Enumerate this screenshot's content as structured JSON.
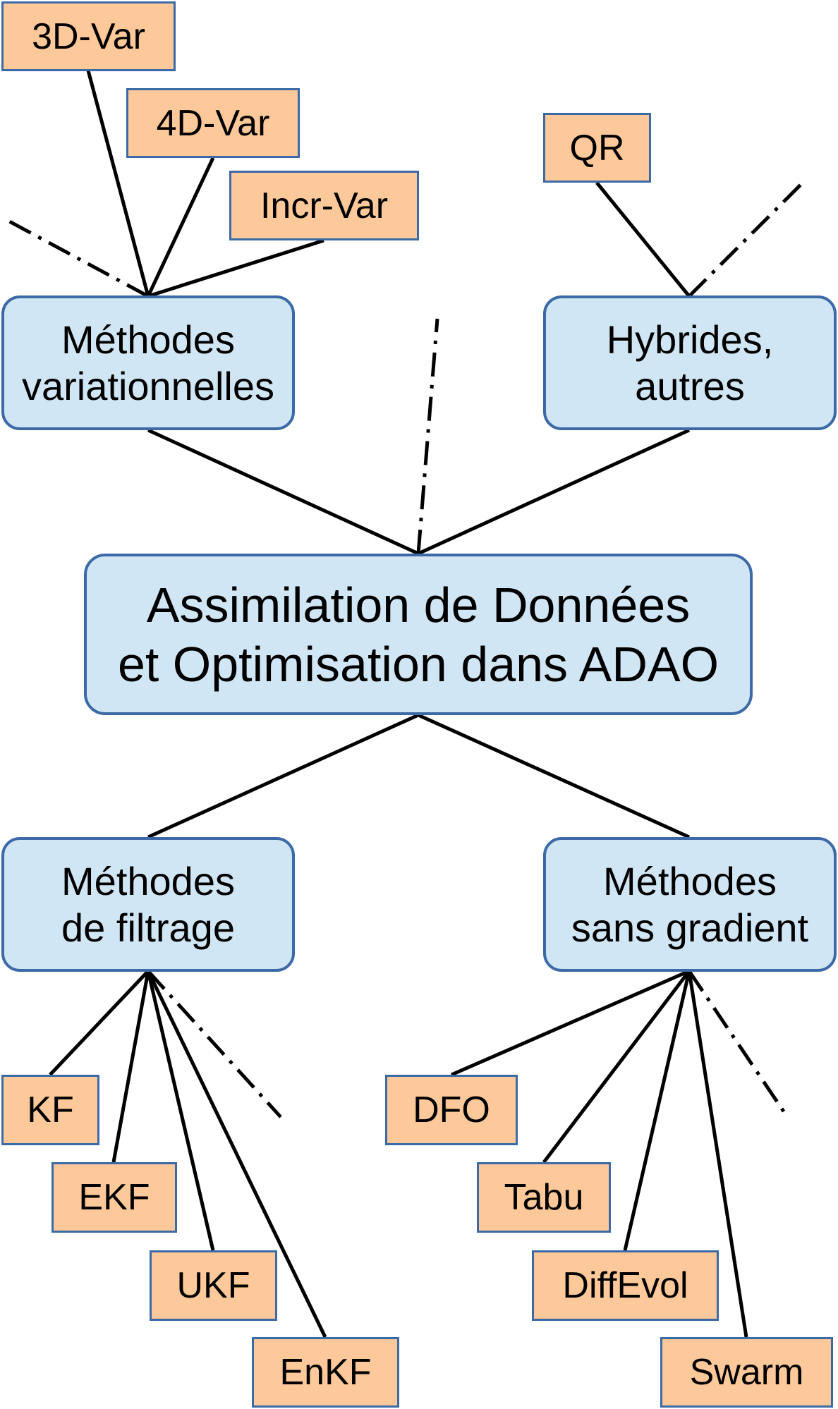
{
  "colors": {
    "category_fill": "#d1e6f4",
    "category_border": "#3c6aa7",
    "leaf_fill": "#fec99a",
    "leaf_border": "#3c6aa7",
    "line": "#000000"
  },
  "root": {
    "line1": "Assimilation de Données",
    "line2": "et Optimisation dans ADAO"
  },
  "categories": {
    "variational": {
      "line1": "Méthodes",
      "line2": "variationnelles"
    },
    "hybrid": {
      "line1": "Hybrides,",
      "line2": "autres"
    },
    "filtering": {
      "line1": "Méthodes",
      "line2": "de filtrage"
    },
    "gradient_free": {
      "line1": "Méthodes",
      "line2": "sans gradient"
    }
  },
  "leaves": {
    "var_3d": "3D-Var",
    "var_4d": "4D-Var",
    "incr_var": "Incr-Var",
    "qr": "QR",
    "kf": "KF",
    "ekf": "EKF",
    "ukf": "UKF",
    "enkf": "EnKF",
    "dfo": "DFO",
    "tabu": "Tabu",
    "diffevol": "DiffEvol",
    "swarm": "Swarm"
  }
}
